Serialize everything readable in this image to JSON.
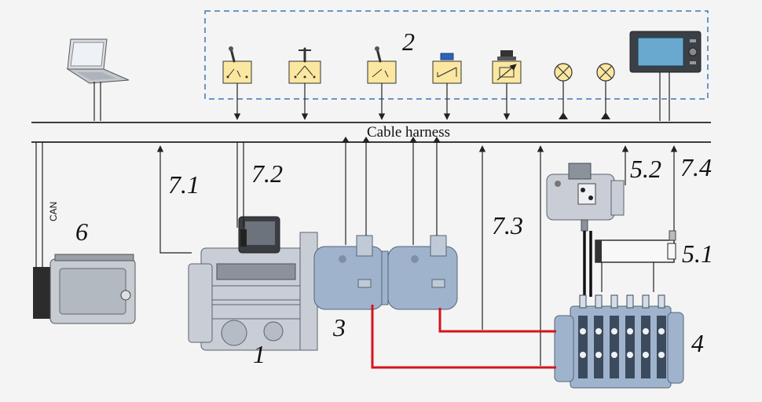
{
  "harness_label": "Cable harness",
  "can_label": "CAN",
  "labels": {
    "engine": "1",
    "control_panel": "2",
    "pumps": "3",
    "valve_block": "4",
    "cylinder": "5.1",
    "motor": "5.2",
    "ecu": "6",
    "signal_7_1": "7.1",
    "signal_7_2": "7.2",
    "signal_7_3": "7.3",
    "signal_7_4": "7.4"
  },
  "colors": {
    "hydraulic_line": "#d4141c",
    "panel_border": "#3a78b8",
    "switch_fill": "#fbe7a0"
  },
  "icons": [
    "laptop-icon",
    "toggle-switch-icon",
    "selector-switch-icon",
    "toggle-switch-icon",
    "pushbutton-icon",
    "potentiometer-icon",
    "indicator-lamp-icon",
    "indicator-lamp-icon",
    "display-monitor-icon"
  ]
}
